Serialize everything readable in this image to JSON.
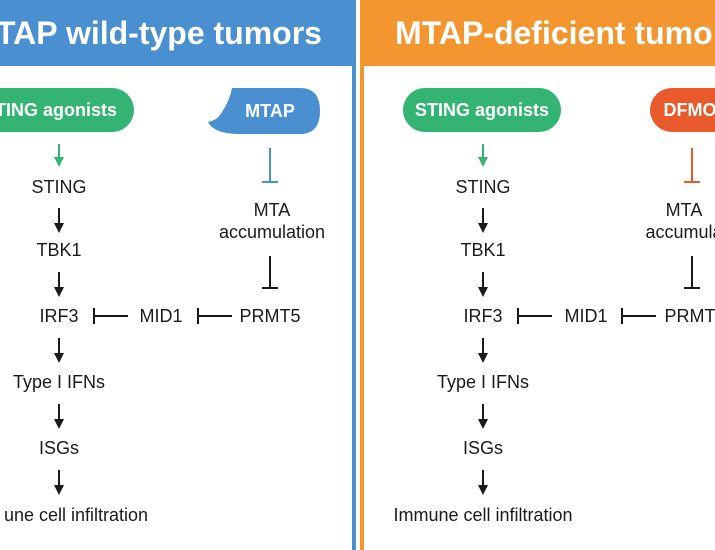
{
  "colors": {
    "wildtype_blue": "#4a8fd0",
    "deficient_orange": "#f49630",
    "sting_green": "#34b472",
    "mtap_blue": "#4a8fd0",
    "dfmo_red": "#e85a2b",
    "arrow_black": "#1a1a1a"
  },
  "left_panel": {
    "title": "TAP wild-type tumors",
    "agonist_label": "TING agonists",
    "inhibitor_label": "MTAP",
    "nodes": {
      "sting": "STING",
      "tbk1": "TBK1",
      "irf3": "IRF3",
      "mid1": "MID1",
      "prmt5": "PRMT5",
      "mta": "MTA\naccumulation",
      "ifn": "Type I IFNs",
      "isg": "ISGs",
      "infiltration": "une cell infiltration"
    }
  },
  "right_panel": {
    "title": "MTAP-deficient tumo",
    "agonist_label": "STING agonists",
    "inhibitor_label": "DFMO",
    "nodes": {
      "sting": "STING",
      "tbk1": "TBK1",
      "irf3": "IRF3",
      "mid1": "MID1",
      "prmt5": "PRMT",
      "mta": "MTA\naccumula",
      "ifn": "Type I IFNs",
      "isg": "ISGs",
      "infiltration": "Immune cell infiltration"
    }
  }
}
